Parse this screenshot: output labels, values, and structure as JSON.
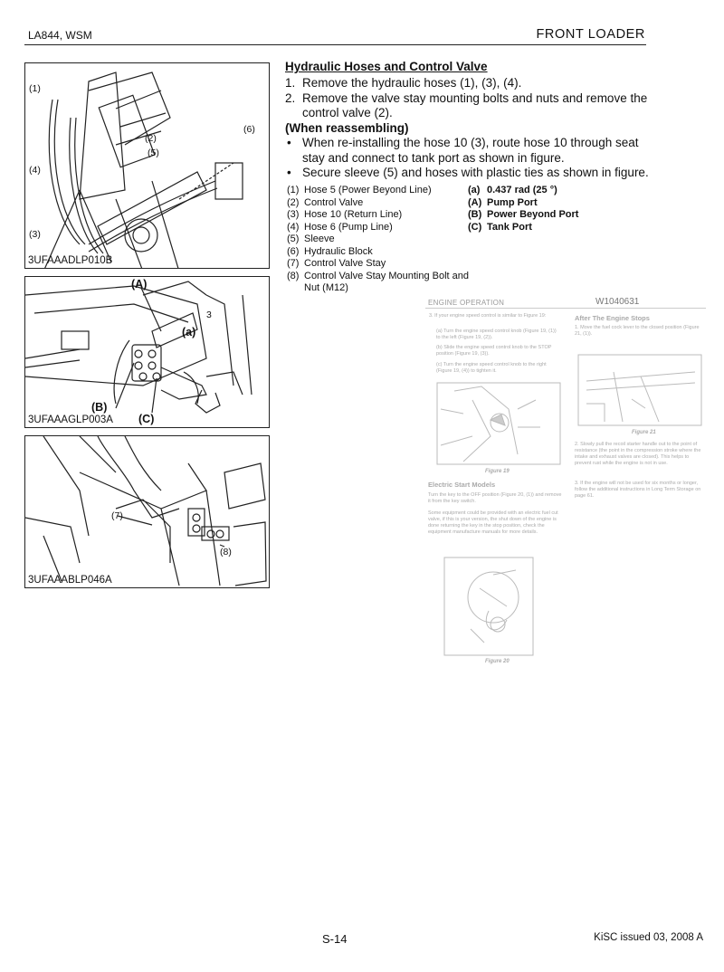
{
  "header": {
    "left": "LA844, WSM",
    "right": "FRONT LOADER"
  },
  "figures": [
    {
      "code": "3UFAAADLP010B",
      "callouts": [
        "(1)",
        "(2)",
        "(5)",
        "(6)",
        "(4)",
        "(3)"
      ]
    },
    {
      "code": "3UFAAAGLP003A",
      "callouts": [
        "(A)",
        "(a)",
        "(B)",
        "(C)",
        "3"
      ]
    },
    {
      "code": "3UFAAABLP046A",
      "callouts": [
        "(7)",
        "(8)"
      ]
    }
  ],
  "section": {
    "title": "Hydraulic Hoses and Control Valve",
    "steps": [
      {
        "num": "1.",
        "text": "Remove the hydraulic hoses (1), (3), (4)."
      },
      {
        "num": "2.",
        "text": "Remove the valve stay mounting bolts and nuts and remove the control valve (2)."
      }
    ],
    "subheading": "(When reassembling)",
    "bullets": [
      {
        "mark": "•",
        "text": "When re-installing the hose 10 (3), route hose 10 through seat stay and connect to tank port as shown in figure."
      },
      {
        "mark": "•",
        "text": "Secure sleeve (5) and hoses with plastic ties as shown in figure."
      }
    ]
  },
  "legend": [
    {
      "num": "(1)",
      "text": "Hose 5 (Power Beyond Line)"
    },
    {
      "num": "(2)",
      "text": "Control Valve"
    },
    {
      "num": "(3)",
      "text": "Hose 10 (Return Line)"
    },
    {
      "num": "(4)",
      "text": "Hose 6 (Pump Line)"
    },
    {
      "num": "(5)",
      "text": "Sleeve"
    },
    {
      "num": "(6)",
      "text": "Hydraulic Block"
    },
    {
      "num": "(7)",
      "text": "Control Valve Stay"
    },
    {
      "num": "(8)",
      "text": "Control Valve Stay Mounting Bolt and Nut (M12)"
    }
  ],
  "legend_letters": [
    {
      "num": "(a)",
      "text": "0.437 rad (25 °)"
    },
    {
      "num": "(A)",
      "text": "Pump Port"
    },
    {
      "num": "(B)",
      "text": "Power Beyond Port"
    },
    {
      "num": "(C)",
      "text": "Tank Port"
    }
  ],
  "inset": {
    "title": "ENGINE OPERATION",
    "code": "W1040631",
    "left_col": {
      "step3": "3.  If your engine speed control is similar to Figure 19:",
      "a": "(a)  Turn the engine speed control knob (Figure 19, (1)) to the left (Figure 19, (2)).",
      "b": "(b)  Slide the engine speed control knob to the STOP position (Figure 19, (3)).",
      "c": "(c)  Turn the engine speed control knob to the right (Figure 19, (4)) to tighten it.",
      "fig19": "Figure 19",
      "elec_head": "Electric Start Models",
      "elec1": "Turn the key to the OFF position (Figure 20, (1)) and remove it from the key switch.",
      "elec2": "Some equipment could be provided with an electric fuel cut valve, if this is your version, the shut down of the engine is done returning the key in the stop position, check the equipment manufacture manuals for more details.",
      "fig20": "Figure 20"
    },
    "right_col": {
      "head": "After The Engine Stops",
      "s1": "1.  Move the fuel cock lever to the closed position (Figure 21, (1)).",
      "fig21": "Figure 21",
      "s2": "2.  Slowly pull the recoil starter handle out to the point of resistance (the point in the compression stroke where the intake and exhaust valves are closed). This helps to prevent rust while the engine is not in use.",
      "s3": "3.  If the engine will not be used for six months or longer, follow the additional instructions in Long Term Storage on page 61."
    }
  },
  "footer": {
    "page": "S-14",
    "issued": "KiSC issued 03, 2008 A"
  }
}
